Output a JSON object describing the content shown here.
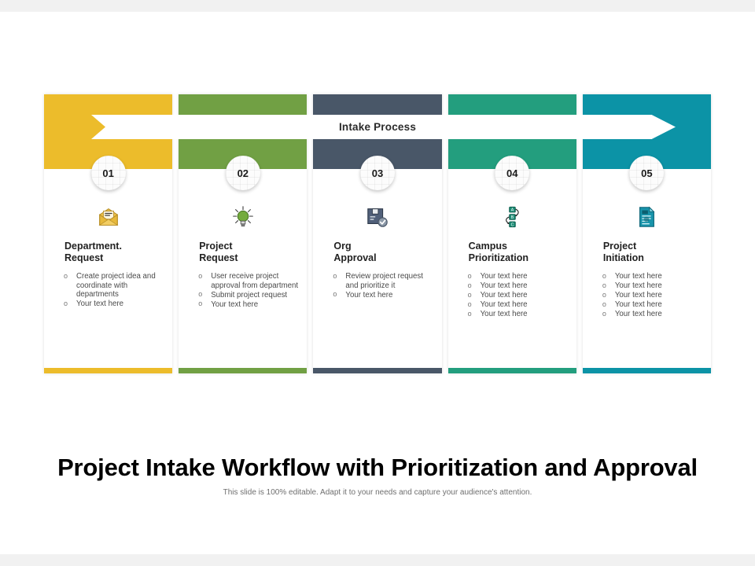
{
  "slide": {
    "process_label": "Intake Process",
    "main_title": "Project Intake Workflow with Prioritization and Approval",
    "sub_title": "This slide is 100% editable. Adapt it to your needs and capture your audience's attention."
  },
  "colors": {
    "step1": "#ECBC2B",
    "step2": "#71A044",
    "step3": "#495768",
    "step4": "#239E7E",
    "step5": "#0C93A6",
    "page_background": "#f1f1f1",
    "slide_background": "#ffffff",
    "title_color": "#000000",
    "subtitle_color": "#6f6f6f"
  },
  "steps": [
    {
      "number": "01",
      "icon": "envelope-mail-icon",
      "color": "#ECBC2B",
      "title_line1": "Department.",
      "title_line2": "Request",
      "bullets": [
        "Create project idea and coordinate with departments",
        "Your text here"
      ]
    },
    {
      "number": "02",
      "icon": "lightbulb-idea-icon",
      "color": "#71A044",
      "title_line1": "Project",
      "title_line2": "Request",
      "bullets": [
        "User receive project approval from department",
        "Submit project request",
        "Your text here"
      ]
    },
    {
      "number": "03",
      "icon": "box-check-approval-icon",
      "color": "#495768",
      "title_line1": "Org",
      "title_line2": "Approval",
      "bullets": [
        "Review project request and prioritize it",
        "Your text here"
      ]
    },
    {
      "number": "04",
      "icon": "flowchart-abc-icon",
      "color": "#239E7E",
      "title_line1": "Campus",
      "title_line2": "Prioritization",
      "bullets": [
        "Your text here",
        "Your text here",
        "Your text here",
        "Your text here",
        "Your text here"
      ]
    },
    {
      "number": "05",
      "icon": "document-certificate-icon",
      "color": "#0C93A6",
      "title_line1": "Project",
      "title_line2": "Initiation",
      "bullets": [
        "Your text here",
        "Your text here",
        "Your text here",
        "Your text here",
        "Your text here"
      ]
    }
  ]
}
